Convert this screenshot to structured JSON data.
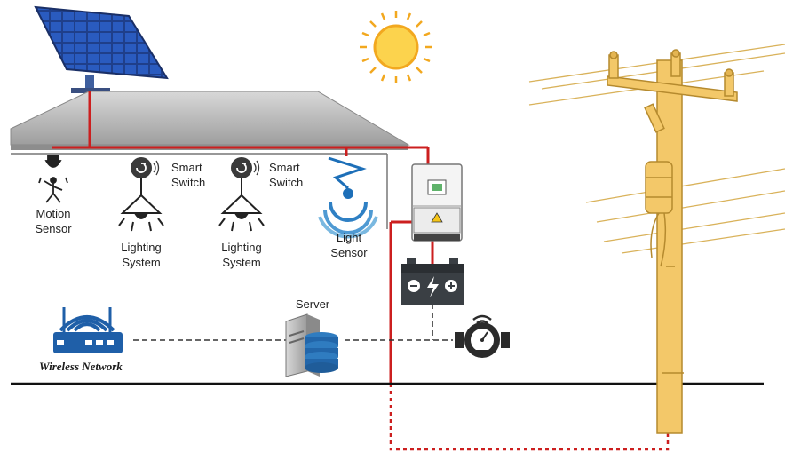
{
  "labels": {
    "motion_sensor": [
      "Motion",
      "Sensor"
    ],
    "smart_switch_1": [
      "Smart",
      "Switch"
    ],
    "smart_switch_2": [
      "Smart",
      "Switch"
    ],
    "lighting_system_1": [
      "Lighting",
      "System"
    ],
    "lighting_system_2": [
      "Lighting",
      "System"
    ],
    "light_sensor": [
      "Light",
      "Sensor"
    ],
    "server": "Server",
    "wireless_network": "Wireless Network"
  },
  "colors": {
    "power_line": "#cc1f1f",
    "roof": "#b9b9b9",
    "ground": "#111111",
    "pole": "#f3c869",
    "pole_outline": "#b58a2e",
    "sun": "#fbc531",
    "router": "#1f5fa8",
    "panel": "#1f3f8a",
    "battery": "#3a3f44"
  }
}
